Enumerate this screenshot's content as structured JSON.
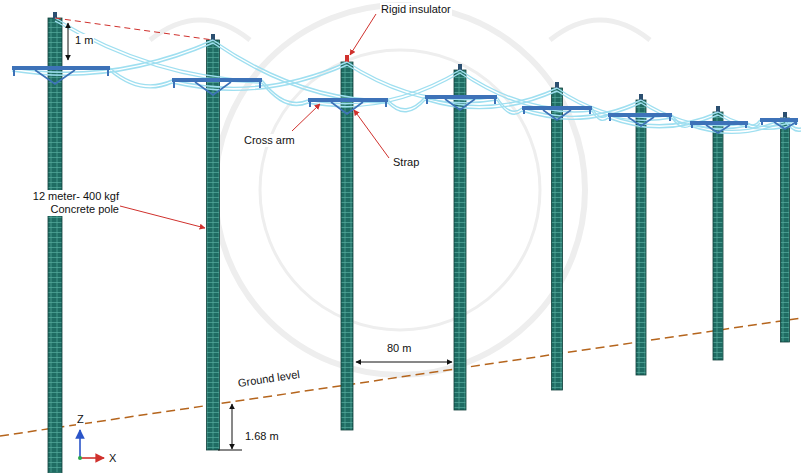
{
  "diagram": {
    "labels": [
      "1 m",
      "Rigid insulator",
      "Cross arm",
      "Strap",
      "12 meter- 400 kgf Concrete pole",
      "80 m",
      "Ground level",
      "1.68 m",
      "Z",
      "X"
    ]
  }
}
